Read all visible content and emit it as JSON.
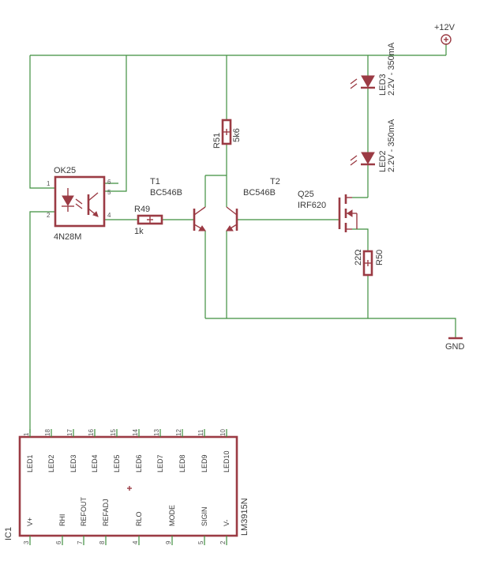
{
  "power": {
    "vcc": "+12V",
    "gnd": "GND"
  },
  "optocoupler": {
    "name": "OK25",
    "value": "4N28M",
    "pins": {
      "p1": "1",
      "p2": "2",
      "p4": "4",
      "p5": "5",
      "p6": "6"
    }
  },
  "r49": {
    "name": "R49",
    "value": "1k"
  },
  "r51": {
    "name": "R51",
    "value": "5k6"
  },
  "r50": {
    "name": "R50",
    "value": "22Ω"
  },
  "t1": {
    "name": "T1",
    "value": "BC546B"
  },
  "t2": {
    "name": "T2",
    "value": "BC546B"
  },
  "q25": {
    "name": "Q25",
    "value": "IRF620"
  },
  "led3": {
    "name": "LED3",
    "value": "2.2V - 350mA"
  },
  "led2": {
    "name": "LED2",
    "value": "2.2V - 350mA"
  },
  "ic1": {
    "name": "IC1",
    "value": "LM3915N",
    "top_pins": [
      {
        "num": "1",
        "label": "LED1"
      },
      {
        "num": "18",
        "label": "LED2"
      },
      {
        "num": "17",
        "label": "LED3"
      },
      {
        "num": "16",
        "label": "LED4"
      },
      {
        "num": "15",
        "label": "LED5"
      },
      {
        "num": "14",
        "label": "LED6"
      },
      {
        "num": "13",
        "label": "LED7"
      },
      {
        "num": "12",
        "label": "LED8"
      },
      {
        "num": "11",
        "label": "LED9"
      },
      {
        "num": "10",
        "label": "LED10"
      }
    ],
    "bottom_pins": [
      {
        "num": "3",
        "label": "V+"
      },
      {
        "num": "6",
        "label": "RHI"
      },
      {
        "num": "7",
        "label": "REFOUT"
      },
      {
        "num": "8",
        "label": "REFADJ"
      },
      {
        "num": "4",
        "label": "RLO"
      },
      {
        "num": "9",
        "label": "MODE"
      },
      {
        "num": "5",
        "label": "SIGIN"
      },
      {
        "num": "2",
        "label": "V-"
      }
    ]
  }
}
